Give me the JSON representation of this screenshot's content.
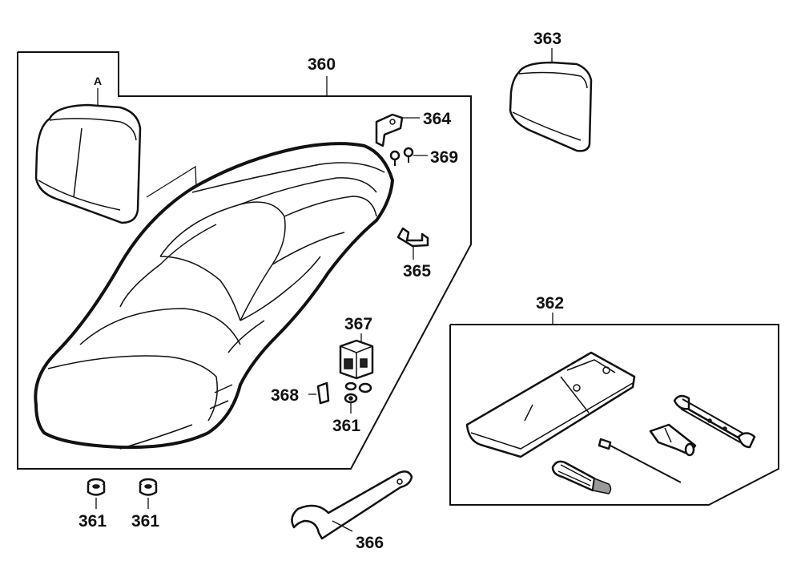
{
  "callouts": {
    "main_seat_assembly": "360",
    "nut_left": "361",
    "nut_right": "361",
    "nut_inner": "361",
    "tool_kit": "362",
    "backrest": "363",
    "bracket": "364",
    "clip": "365",
    "hook_wrench": "366",
    "lock_block": "367",
    "bolt_small": "368",
    "screws": "369",
    "view_marker": "A"
  }
}
